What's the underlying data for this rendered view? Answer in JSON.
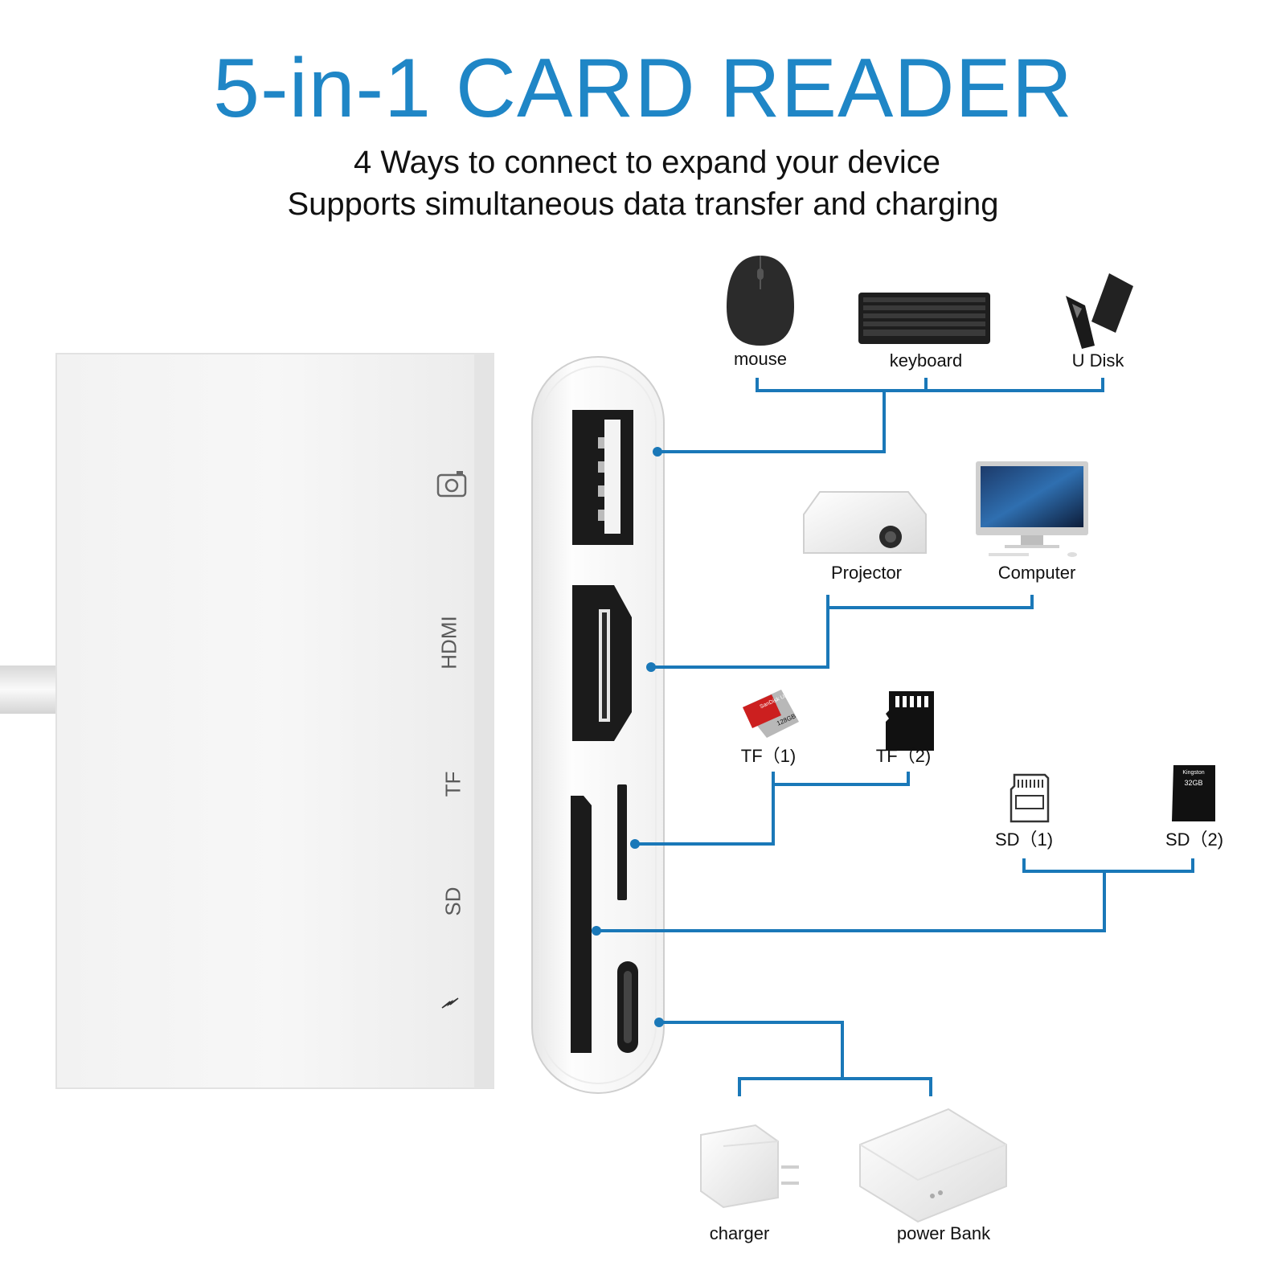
{
  "title": "5-in-1 CARD READER",
  "subtitle_line1": "4 Ways to connect to expand your device",
  "subtitle_line2": "Supports simultaneous data transfer and charging",
  "hub_labels": {
    "hdmi": "HDMI",
    "tf": "TF",
    "sd": "SD"
  },
  "devices": {
    "mouse": "mouse",
    "keyboard": "keyboard",
    "udisk": "U Disk",
    "projector": "Projector",
    "computer": "Computer",
    "tf1": "TF（1)",
    "tf2": "TF（2)",
    "sd1": "SD（1)",
    "sd2": "SD（2)",
    "charger": "charger",
    "power_bank": "power Bank"
  },
  "card_text": {
    "tf_brand": "SanDisk Ultra",
    "tf_capacity": "128GB",
    "sd_brand": "Kingston",
    "sd_capacity": "32GB"
  },
  "colors": {
    "accent": "#1f86c6",
    "connector": "#1a78b8"
  }
}
